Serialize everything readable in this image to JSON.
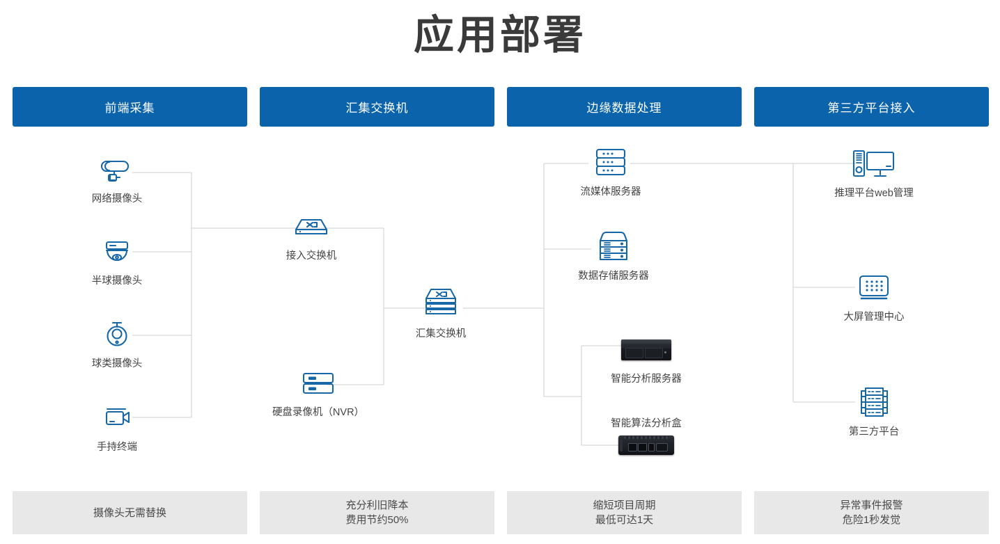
{
  "page": {
    "title": "应用部署",
    "accent_color": "#0a63ab",
    "icon_color": "#1667a8",
    "wire_color": "#cfcfcf",
    "footer_bg": "#e8e8e8"
  },
  "columns": [
    {
      "header": "前端采集",
      "footer": [
        "摄像头无需替换"
      ]
    },
    {
      "header": "汇集交换机",
      "footer": [
        "充分利旧降本",
        "费用节约50%"
      ]
    },
    {
      "header": "边缘数据处理",
      "footer": [
        "缩短项目周期",
        "最低可达1天"
      ]
    },
    {
      "header": "第三方平台接入",
      "footer": [
        "异常事件报警",
        "危险1秒发觉"
      ]
    }
  ],
  "nodes": {
    "bullet_camera": {
      "label": "网络摄像头",
      "icon": "bullet-camera-icon"
    },
    "dome_camera": {
      "label": "半球摄像头",
      "icon": "dome-camera-icon"
    },
    "ptz_camera": {
      "label": "球类摄像头",
      "icon": "ptz-camera-icon"
    },
    "handheld_terminal": {
      "label": "手持终端",
      "icon": "camcorder-icon"
    },
    "access_switch": {
      "label": "接入交换机",
      "icon": "switch-icon"
    },
    "nvr": {
      "label": "硬盘录像机（NVR）",
      "icon": "nvr-icon"
    },
    "aggregation_switch": {
      "label": "汇集交换机",
      "icon": "stacked-switch-icon"
    },
    "streaming_server": {
      "label": "流媒体服务器",
      "icon": "rack-server-icon"
    },
    "storage_server": {
      "label": "数据存储服务器",
      "icon": "storage-server-icon"
    },
    "analysis_server": {
      "label": "智能分析服务器",
      "icon": "rack-server-photo"
    },
    "analysis_box": {
      "label": "智能算法分析盒",
      "icon": "edge-ai-box-photo"
    },
    "web_management": {
      "label": "推理平台web管理",
      "icon": "desktop-pc-icon"
    },
    "video_wall": {
      "label": "大屏管理中心",
      "icon": "video-wall-icon"
    },
    "third_party": {
      "label": "第三方平台",
      "icon": "server-cluster-icon"
    }
  }
}
